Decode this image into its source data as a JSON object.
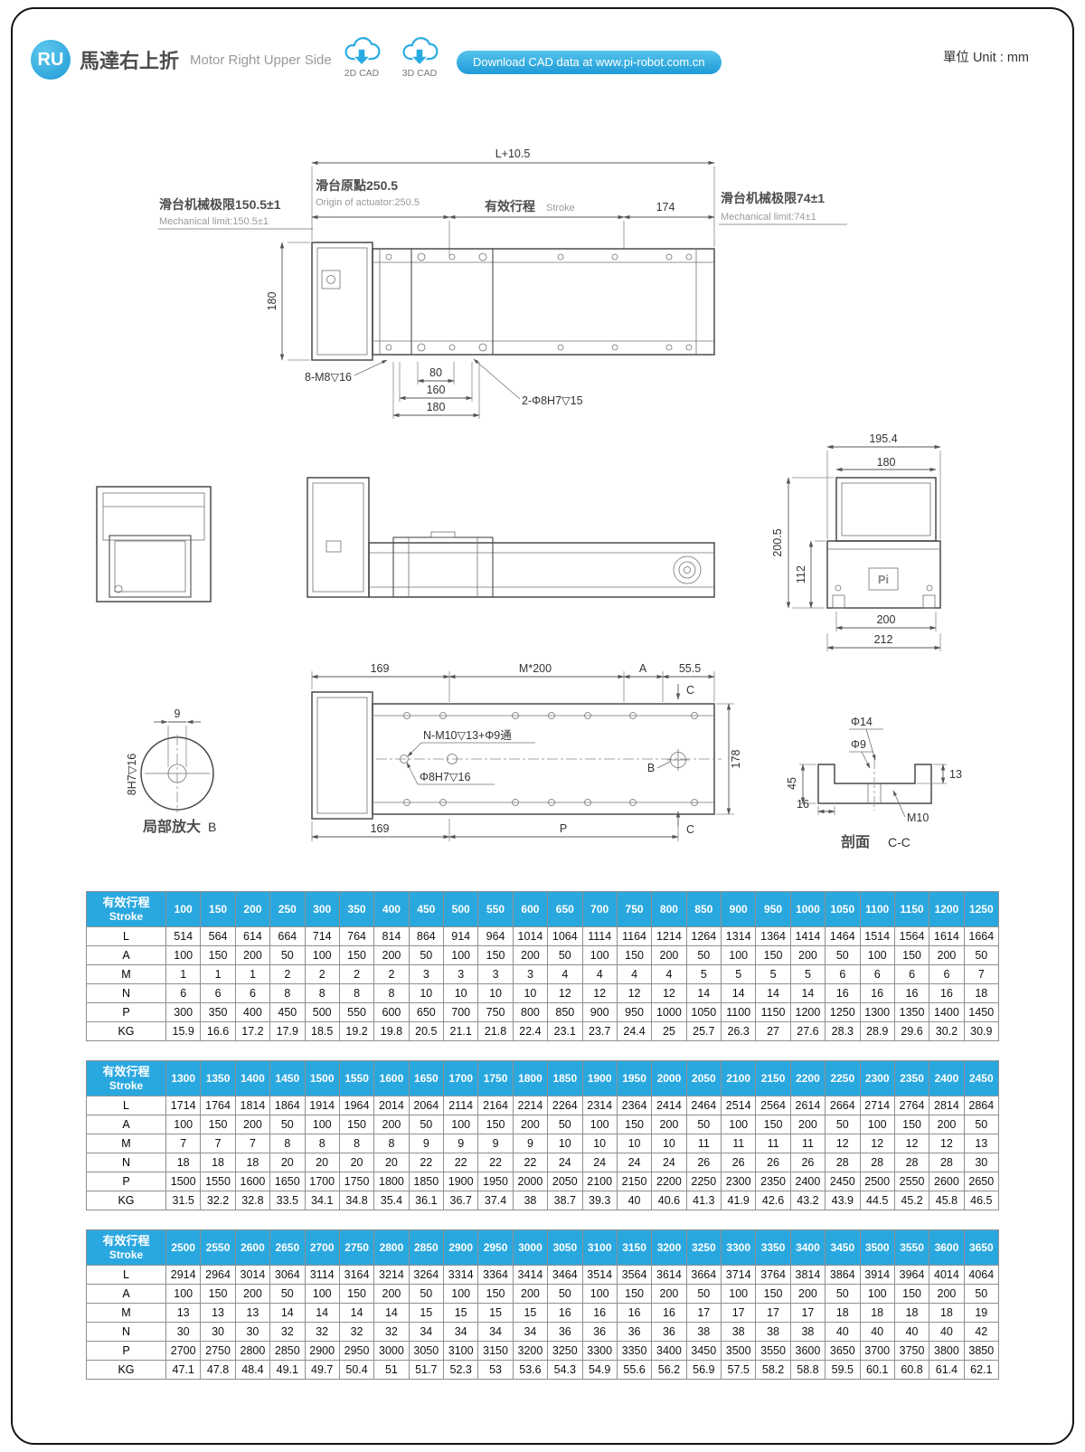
{
  "header": {
    "badge": "RU",
    "title_zh": "馬達右上折",
    "title_en": "Motor Right Upper Side",
    "cad_2d_label": "2D CAD",
    "cad_3d_label": "3D CAD",
    "download_banner": "Download CAD data at www.pi-robot.com.cn",
    "unit_label": "單位 Unit : mm"
  },
  "drawing": {
    "top_view": {
      "dim_total": "L+10.5",
      "origin_zh": "滑台原點250.5",
      "origin_en": "Origin of actuator:250.5",
      "stroke_zh": "有效行程",
      "stroke_en": "Stroke",
      "dim_174": "174",
      "limit_left_zh": "滑台机械极限150.5±1",
      "limit_left_en": "Mechanical limit:150.5±1",
      "limit_right_zh": "滑台机械极限74±1",
      "limit_right_en": "Mechanical limit:74±1",
      "dim_height": "180",
      "note_8m8": "8-M8▽16",
      "dim_80": "80",
      "dim_160": "160",
      "dim_180": "180",
      "note_2phi": "2-Φ8H7▽15"
    },
    "end_view": {
      "dim_195_4": "195.4",
      "dim_180": "180",
      "dim_200_5": "200.5",
      "dim_112": "112",
      "dim_200": "200",
      "dim_212": "212",
      "logo": "Pi"
    },
    "detail_b": {
      "dim_9": "9",
      "dim_8h7": "8H7▽16",
      "caption_zh": "局部放大",
      "caption_b": "B"
    },
    "bottom_view": {
      "dim_169_top": "169",
      "dim_m200": "M*200",
      "label_a": "A",
      "dim_55_5": "55.5",
      "label_c": "C",
      "note_nm10": "N-M10▽13+Φ9通",
      "note_phi8": "Φ8H7▽16",
      "label_b": "B",
      "dim_178": "178",
      "dim_169_bottom": "169",
      "label_p": "P"
    },
    "section_cc": {
      "dim_phi14": "Φ14",
      "dim_phi9": "Φ9",
      "dim_13": "13",
      "dim_45": "45",
      "dim_16": "16",
      "label_m10": "M10",
      "caption_zh": "剖面",
      "caption_cc": "C-C"
    }
  },
  "tables": [
    {
      "header_zh": "有效行程",
      "header_en": "Stroke",
      "strokes": [
        "100",
        "150",
        "200",
        "250",
        "300",
        "350",
        "400",
        "450",
        "500",
        "550",
        "600",
        "650",
        "700",
        "750",
        "800",
        "850",
        "900",
        "950",
        "1000",
        "1050",
        "1100",
        "1150",
        "1200",
        "1250"
      ],
      "rows": [
        {
          "label": "L",
          "values": [
            "514",
            "564",
            "614",
            "664",
            "714",
            "764",
            "814",
            "864",
            "914",
            "964",
            "1014",
            "1064",
            "1114",
            "1164",
            "1214",
            "1264",
            "1314",
            "1364",
            "1414",
            "1464",
            "1514",
            "1564",
            "1614",
            "1664"
          ]
        },
        {
          "label": "A",
          "values": [
            "100",
            "150",
            "200",
            "50",
            "100",
            "150",
            "200",
            "50",
            "100",
            "150",
            "200",
            "50",
            "100",
            "150",
            "200",
            "50",
            "100",
            "150",
            "200",
            "50",
            "100",
            "150",
            "200",
            "50"
          ]
        },
        {
          "label": "M",
          "values": [
            "1",
            "1",
            "1",
            "2",
            "2",
            "2",
            "2",
            "3",
            "3",
            "3",
            "3",
            "4",
            "4",
            "4",
            "4",
            "5",
            "5",
            "5",
            "5",
            "6",
            "6",
            "6",
            "6",
            "7"
          ]
        },
        {
          "label": "N",
          "values": [
            "6",
            "6",
            "6",
            "8",
            "8",
            "8",
            "8",
            "10",
            "10",
            "10",
            "10",
            "12",
            "12",
            "12",
            "12",
            "14",
            "14",
            "14",
            "14",
            "16",
            "16",
            "16",
            "16",
            "18"
          ]
        },
        {
          "label": "P",
          "values": [
            "300",
            "350",
            "400",
            "450",
            "500",
            "550",
            "600",
            "650",
            "700",
            "750",
            "800",
            "850",
            "900",
            "950",
            "1000",
            "1050",
            "1100",
            "1150",
            "1200",
            "1250",
            "1300",
            "1350",
            "1400",
            "1450"
          ]
        },
        {
          "label": "KG",
          "values": [
            "15.9",
            "16.6",
            "17.2",
            "17.9",
            "18.5",
            "19.2",
            "19.8",
            "20.5",
            "21.1",
            "21.8",
            "22.4",
            "23.1",
            "23.7",
            "24.4",
            "25",
            "25.7",
            "26.3",
            "27",
            "27.6",
            "28.3",
            "28.9",
            "29.6",
            "30.2",
            "30.9"
          ]
        }
      ]
    },
    {
      "header_zh": "有效行程",
      "header_en": "Stroke",
      "strokes": [
        "1300",
        "1350",
        "1400",
        "1450",
        "1500",
        "1550",
        "1600",
        "1650",
        "1700",
        "1750",
        "1800",
        "1850",
        "1900",
        "1950",
        "2000",
        "2050",
        "2100",
        "2150",
        "2200",
        "2250",
        "2300",
        "2350",
        "2400",
        "2450"
      ],
      "rows": [
        {
          "label": "L",
          "values": [
            "1714",
            "1764",
            "1814",
            "1864",
            "1914",
            "1964",
            "2014",
            "2064",
            "2114",
            "2164",
            "2214",
            "2264",
            "2314",
            "2364",
            "2414",
            "2464",
            "2514",
            "2564",
            "2614",
            "2664",
            "2714",
            "2764",
            "2814",
            "2864"
          ]
        },
        {
          "label": "A",
          "values": [
            "100",
            "150",
            "200",
            "50",
            "100",
            "150",
            "200",
            "50",
            "100",
            "150",
            "200",
            "50",
            "100",
            "150",
            "200",
            "50",
            "100",
            "150",
            "200",
            "50",
            "100",
            "150",
            "200",
            "50"
          ]
        },
        {
          "label": "M",
          "values": [
            "7",
            "7",
            "7",
            "8",
            "8",
            "8",
            "8",
            "9",
            "9",
            "9",
            "9",
            "10",
            "10",
            "10",
            "10",
            "11",
            "11",
            "11",
            "11",
            "12",
            "12",
            "12",
            "12",
            "13"
          ]
        },
        {
          "label": "N",
          "values": [
            "18",
            "18",
            "18",
            "20",
            "20",
            "20",
            "20",
            "22",
            "22",
            "22",
            "22",
            "24",
            "24",
            "24",
            "24",
            "26",
            "26",
            "26",
            "26",
            "28",
            "28",
            "28",
            "28",
            "30"
          ]
        },
        {
          "label": "P",
          "values": [
            "1500",
            "1550",
            "1600",
            "1650",
            "1700",
            "1750",
            "1800",
            "1850",
            "1900",
            "1950",
            "2000",
            "2050",
            "2100",
            "2150",
            "2200",
            "2250",
            "2300",
            "2350",
            "2400",
            "2450",
            "2500",
            "2550",
            "2600",
            "2650"
          ]
        },
        {
          "label": "KG",
          "values": [
            "31.5",
            "32.2",
            "32.8",
            "33.5",
            "34.1",
            "34.8",
            "35.4",
            "36.1",
            "36.7",
            "37.4",
            "38",
            "38.7",
            "39.3",
            "40",
            "40.6",
            "41.3",
            "41.9",
            "42.6",
            "43.2",
            "43.9",
            "44.5",
            "45.2",
            "45.8",
            "46.5"
          ]
        }
      ]
    },
    {
      "header_zh": "有效行程",
      "header_en": "Stroke",
      "strokes": [
        "2500",
        "2550",
        "2600",
        "2650",
        "2700",
        "2750",
        "2800",
        "2850",
        "2900",
        "2950",
        "3000",
        "3050",
        "3100",
        "3150",
        "3200",
        "3250",
        "3300",
        "3350",
        "3400",
        "3450",
        "3500",
        "3550",
        "3600",
        "3650"
      ],
      "rows": [
        {
          "label": "L",
          "values": [
            "2914",
            "2964",
            "3014",
            "3064",
            "3114",
            "3164",
            "3214",
            "3264",
            "3314",
            "3364",
            "3414",
            "3464",
            "3514",
            "3564",
            "3614",
            "3664",
            "3714",
            "3764",
            "3814",
            "3864",
            "3914",
            "3964",
            "4014",
            "4064"
          ]
        },
        {
          "label": "A",
          "values": [
            "100",
            "150",
            "200",
            "50",
            "100",
            "150",
            "200",
            "50",
            "100",
            "150",
            "200",
            "50",
            "100",
            "150",
            "200",
            "50",
            "100",
            "150",
            "200",
            "50",
            "100",
            "150",
            "200",
            "50"
          ]
        },
        {
          "label": "M",
          "values": [
            "13",
            "13",
            "13",
            "14",
            "14",
            "14",
            "14",
            "15",
            "15",
            "15",
            "15",
            "16",
            "16",
            "16",
            "16",
            "17",
            "17",
            "17",
            "17",
            "18",
            "18",
            "18",
            "18",
            "19"
          ]
        },
        {
          "label": "N",
          "values": [
            "30",
            "30",
            "30",
            "32",
            "32",
            "32",
            "32",
            "34",
            "34",
            "34",
            "34",
            "36",
            "36",
            "36",
            "36",
            "38",
            "38",
            "38",
            "38",
            "40",
            "40",
            "40",
            "40",
            "42"
          ]
        },
        {
          "label": "P",
          "values": [
            "2700",
            "2750",
            "2800",
            "2850",
            "2900",
            "2950",
            "3000",
            "3050",
            "3100",
            "3150",
            "3200",
            "3250",
            "3300",
            "3350",
            "3400",
            "3450",
            "3500",
            "3550",
            "3600",
            "3650",
            "3700",
            "3750",
            "3800",
            "3850"
          ]
        },
        {
          "label": "KG",
          "values": [
            "47.1",
            "47.8",
            "48.4",
            "49.1",
            "49.7",
            "50.4",
            "51",
            "51.7",
            "52.3",
            "53",
            "53.6",
            "54.3",
            "54.9",
            "55.6",
            "56.2",
            "56.9",
            "57.5",
            "58.2",
            "58.8",
            "59.5",
            "60.1",
            "60.8",
            "61.4",
            "62.1"
          ]
        }
      ]
    }
  ]
}
